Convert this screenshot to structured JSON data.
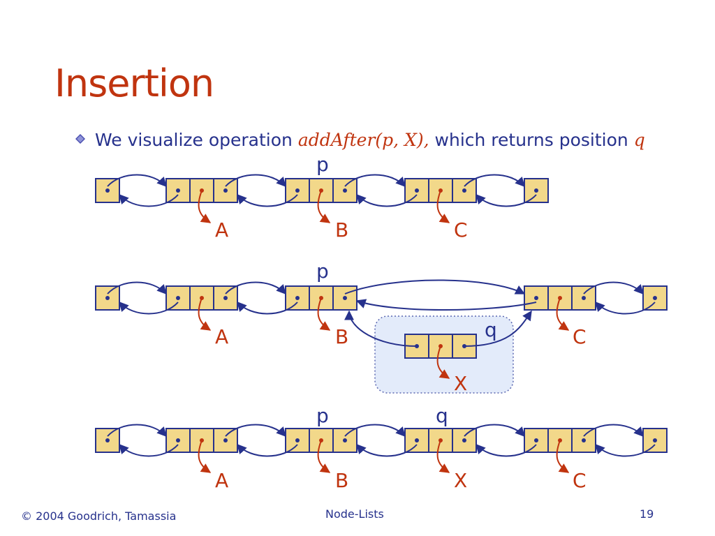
{
  "slide": {
    "title": "Insertion",
    "bullet": {
      "prefix": "We visualize operation ",
      "code": "addAfter(p, X),",
      "middle": " which returns position ",
      "var": "q"
    },
    "footer": {
      "copyright": "© 2004 Goodrich, Tamassia",
      "topic": "Node-Lists",
      "page": "19"
    }
  },
  "diagram": {
    "row1": {
      "pointer_p": "p",
      "elements": [
        "A",
        "B",
        "C"
      ]
    },
    "row2": {
      "pointer_p": "p",
      "pointer_q": "q",
      "elements": [
        "A",
        "B",
        "C"
      ],
      "new_element": "X"
    },
    "row3": {
      "pointer_p": "p",
      "pointer_q": "q",
      "elements": [
        "A",
        "B",
        "X",
        "C"
      ]
    },
    "colors": {
      "node_fill": "#f2d88a",
      "node_border": "#26318c",
      "link_arrow": "#26318c",
      "element_arrow": "#c0340f",
      "highlight_fill": "#e3ebfa"
    }
  }
}
